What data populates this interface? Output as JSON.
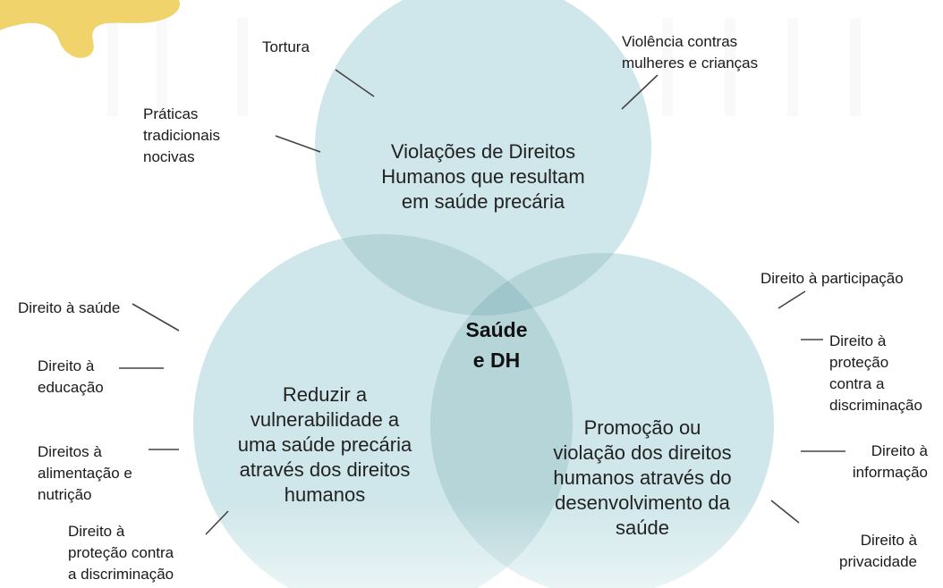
{
  "diagram": {
    "center": {
      "line1": "Saúde",
      "line2": "e DH"
    },
    "circles": {
      "top": {
        "lines": [
          "Violações de Direitos",
          "Humanos que resultam",
          "em saúde precária"
        ]
      },
      "left": {
        "lines": [
          "Reduzir a",
          "vulnerabilidade a",
          "uma saúde precária",
          "através dos direitos",
          "humanos"
        ]
      },
      "right": {
        "lines": [
          "Promoção ou",
          "violação dos direitos",
          "humanos através do",
          "desenvolvimento da",
          "saúde"
        ]
      }
    },
    "labels": {
      "tortura": [
        "Tortura"
      ],
      "violencia": [
        "Violência contras",
        "mulheres e crianças"
      ],
      "praticas": [
        "Práticas",
        "tradicionais",
        "nocivas"
      ],
      "saude": [
        "Direito à saúde"
      ],
      "educacao": [
        "Direito à",
        "educação"
      ],
      "alimentacao": [
        "Direitos à",
        "alimentação e",
        "nutrição"
      ],
      "protecao_left": [
        "Direito à",
        "proteção contra",
        "a discriminação"
      ],
      "participacao": [
        "Direito à participação"
      ],
      "protecao_right": [
        "Direito à",
        "proteção",
        "contra a",
        "discriminação"
      ],
      "informacao": [
        "Direito à",
        "informação"
      ],
      "privacidade": [
        "Direito à",
        "privacidade"
      ]
    },
    "colors": {
      "circle_fill": "#cfe7ea",
      "overlap_fill": "#b5d5d9",
      "triple_fill": "#9fc6cb",
      "line": "#444444",
      "logo": "#f0d36a"
    }
  }
}
